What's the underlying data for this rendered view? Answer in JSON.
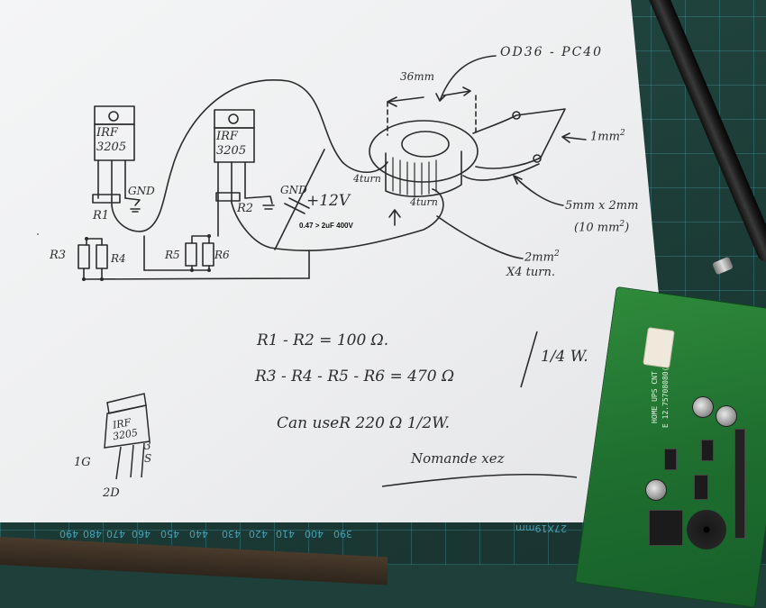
{
  "scene": {
    "description": "Photo of hand-drawn schematic on white paper over a green cutting mat",
    "colors": {
      "mat": "#1f3f3a",
      "mat_grid": "#4fb3c8",
      "paper": "#f2f3f4",
      "ink": "#2c2c2c",
      "pcb": "#1f7030"
    }
  },
  "schematic": {
    "mosfet_left": {
      "line1": "IRF",
      "line2": "3205"
    },
    "mosfet_right": {
      "line1": "IRF",
      "line2": "3205"
    },
    "labels": {
      "gnd_left": "GND",
      "gnd_right": "GND",
      "r1": "R1",
      "r2": "R2",
      "r3": "R3",
      "r4": "R4",
      "r5": "R5",
      "r6": "R6",
      "supply": "+12V",
      "cap_note": "0.47 > 2uF 400V",
      "turns_primary_left": "4turn",
      "turns_primary_right": "4turn"
    }
  },
  "toroid": {
    "core_label": "OD36 - PC40",
    "diameter": "36mm",
    "wire_secondary": "1mm",
    "wire_secondary_sup": "2",
    "busbar_line1": "5mm x 2mm",
    "busbar_line2": "(10 mm",
    "busbar_line2_sup": "2",
    "busbar_line2_end": ")",
    "primary_line1": "2mm",
    "primary_line1_sup": "2",
    "primary_line2": "X4 turn."
  },
  "notes": {
    "line1": "R1 - R2 = 100 Ω.",
    "line2": "R3 - R4 - R5 - R6 = 470 Ω",
    "power": "1/4 W.",
    "line3": "Can useR 220 Ω 1/2W.",
    "signature": "Nomande xez"
  },
  "pinout": {
    "chip_line1": "IRF",
    "chip_line2": "3205",
    "pin1": "1G",
    "pin2": "2D",
    "pin3": "3",
    "pin3b": "S"
  },
  "pcb": {
    "silkscreen": "HOME UPS CNT",
    "part_no": "E 12.75708080(E)"
  },
  "ruler": {
    "ticks": [
      "490",
      "480",
      "470",
      "460",
      "450",
      "440",
      "430",
      "420",
      "410",
      "400",
      "390"
    ],
    "scale_note": "27X19mm"
  }
}
